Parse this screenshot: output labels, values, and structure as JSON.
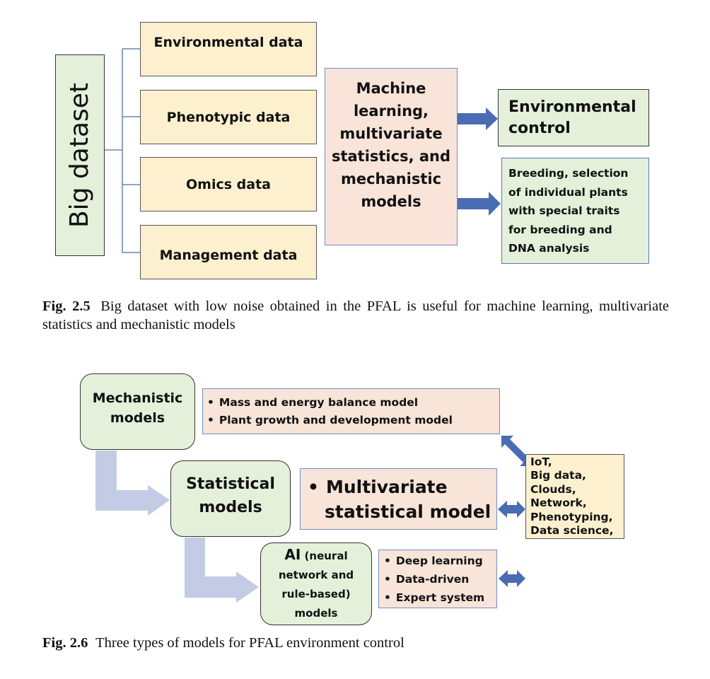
{
  "fig25": {
    "source": "Big dataset",
    "inputs": [
      "Environmental data",
      "Phenotypic data",
      "Omics data",
      "Management data"
    ],
    "methods": [
      "Machine",
      "learning,",
      "multivariate",
      "statistics, and",
      "mechanistic",
      "models"
    ],
    "outputs": {
      "control": [
        "Environmental",
        "control"
      ],
      "breeding": [
        "Breeding, selection",
        "of individual plants",
        "with special traits",
        "for breeding and",
        "DNA analysis"
      ]
    },
    "caption": {
      "label": "Fig. 2.5",
      "text": "Big dataset with low noise obtained in the PFAL is useful for machine learning, multivariate statistics and mechanistic models"
    }
  },
  "fig26": {
    "mechanistic": {
      "name": [
        "Mechanistic",
        "models"
      ],
      "items": [
        "Mass and energy balance model",
        "Plant growth and development model"
      ]
    },
    "statistical": {
      "name": [
        "Statistical",
        "models"
      ],
      "items": [
        "Multivariate",
        "statistical model"
      ]
    },
    "ai": {
      "name_bold": "AI",
      "name_rest": [
        "(neural",
        "network and",
        "rule-based)",
        "models"
      ],
      "items": [
        "Deep learning",
        "Data-driven",
        "Expert system"
      ]
    },
    "tech": [
      "IoT,",
      "Big data,",
      "Clouds,",
      "Network,",
      "Phenotyping,",
      "Data science,"
    ],
    "caption": {
      "label": "Fig. 2.6",
      "text": "Three types of models for PFAL environment control"
    }
  },
  "colors": {
    "arrow_dark": "#4a6cb3",
    "arrow_light": "#c3cbe5",
    "connector": "#6a83bf",
    "yellow_fill": "#fcf0cf",
    "green_fill": "#e4f0da",
    "pink_fill": "#f8e4d8"
  }
}
